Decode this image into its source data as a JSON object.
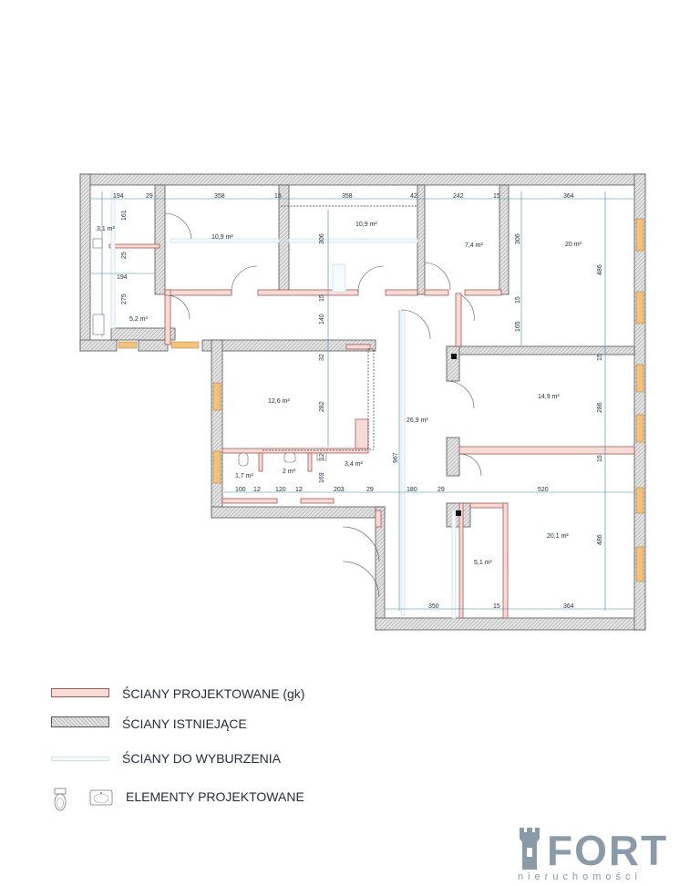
{
  "rooms": [
    {
      "id": "r1",
      "area": "3,1 m²"
    },
    {
      "id": "r2",
      "area": "10,9 m²"
    },
    {
      "id": "r3",
      "area": "10,9 m²"
    },
    {
      "id": "r4",
      "area": "7,4 m²"
    },
    {
      "id": "r5",
      "area": "20 m²"
    },
    {
      "id": "r6",
      "area": "5,2 m²"
    },
    {
      "id": "r7",
      "area": "12,6 m²"
    },
    {
      "id": "r8",
      "area": "26,9 m²"
    },
    {
      "id": "r9",
      "area": "14,9 m²"
    },
    {
      "id": "r10",
      "area": "1,7 m²"
    },
    {
      "id": "r11",
      "area": "2 m²"
    },
    {
      "id": "r12",
      "area": "3,4 m²"
    },
    {
      "id": "r13",
      "area": "20,1 m²"
    },
    {
      "id": "r14",
      "area": "5,1 m²"
    }
  ],
  "dimensions": {
    "top_row": [
      "194",
      "29",
      "358",
      "15",
      "358",
      "42",
      "242",
      "15",
      "364"
    ],
    "left_col": [
      "161",
      "25",
      "194",
      "275"
    ],
    "verticals": [
      "306",
      "15",
      "140",
      "32",
      "282",
      "12",
      "169",
      "306",
      "486",
      "15",
      "165",
      "15",
      "286",
      "15",
      "486",
      "967"
    ],
    "bath_row": [
      "100",
      "12",
      "120",
      "12",
      "203",
      "29",
      "180",
      "29",
      "520"
    ],
    "bottom_row": [
      "350",
      "15",
      "364"
    ]
  },
  "legend": {
    "designed_walls": "ŚCIANY PROJEKTOWANE (gk)",
    "existing_walls": "ŚCIANY ISTNIEJĄCE",
    "walls_to_demolish": "ŚCIANY DO WYBURZENIA",
    "designed_elements": "ELEMENTY PROJEKTOWANE"
  },
  "logo": {
    "brand": "FORT",
    "tagline": "nieruchomości"
  },
  "colors": {
    "existing_wall": "#bdbdbd",
    "designed_wall": "#f5dcd6",
    "designed_wall_stroke": "#b3534f",
    "dimension_line": "#3b8bb5",
    "window": "#f2c27a",
    "logo": "#8a9aa8"
  }
}
